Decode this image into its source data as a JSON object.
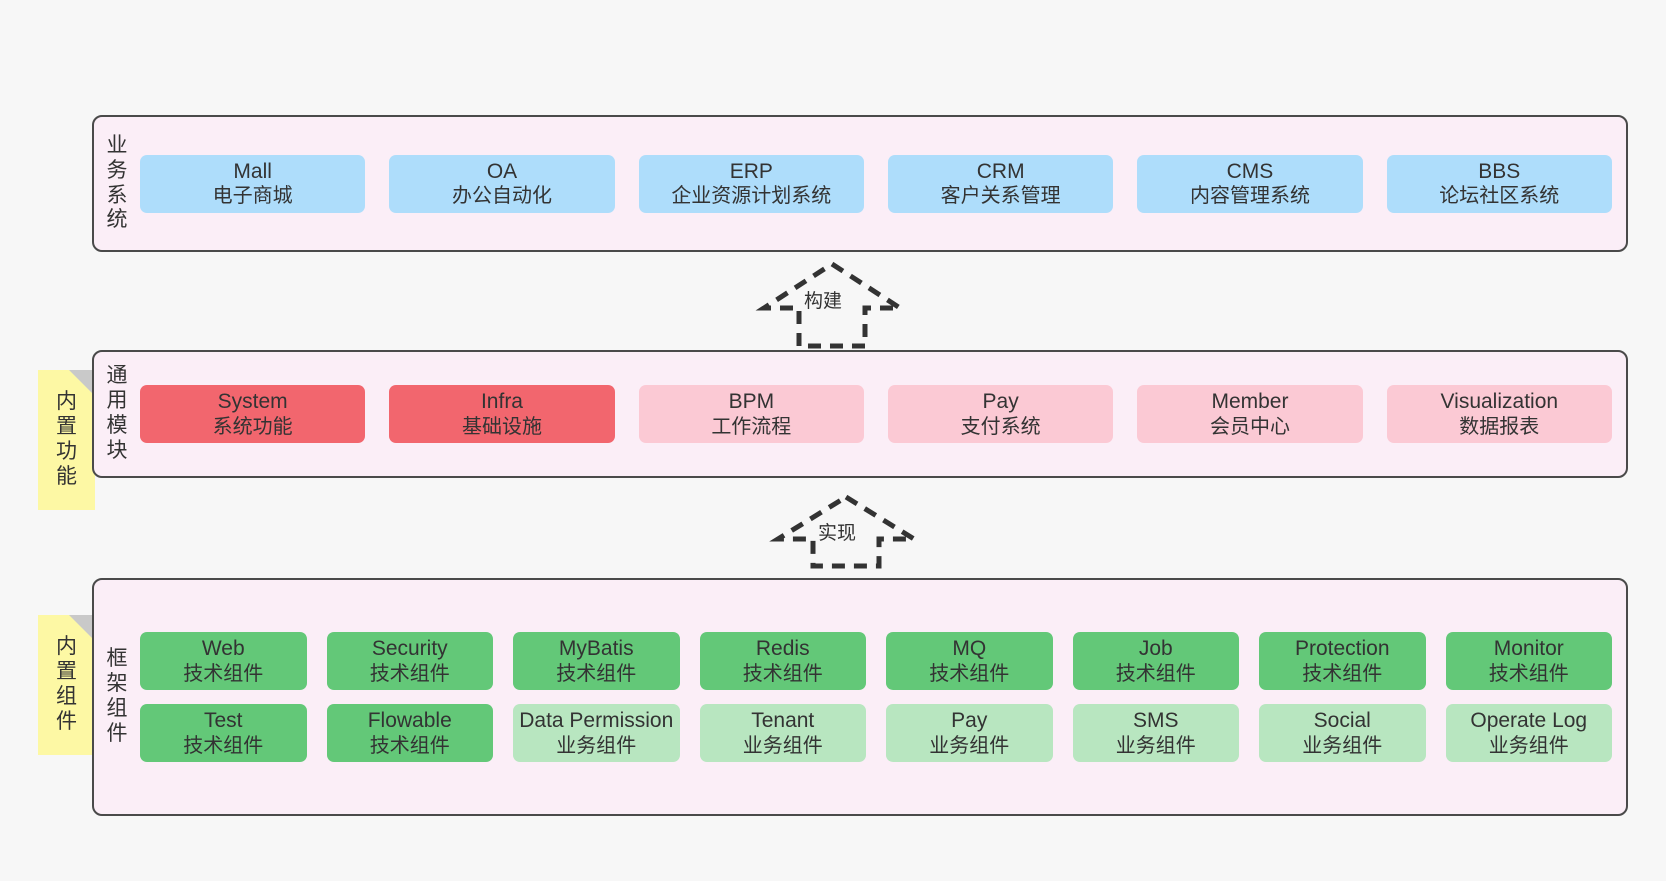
{
  "diagram": {
    "background_color": "#f7f7f7",
    "panel_color": "#fbeef7",
    "panel_border_color": "#4a4a4a",
    "note_color": "#fdf8a4"
  },
  "layers": [
    {
      "id": "business",
      "title_chars": [
        "业",
        "务",
        "系",
        "统"
      ],
      "rows": [
        {
          "cards": [
            {
              "title": "Mall",
              "subtitle": "电子商城",
              "color": "#aeddfb",
              "style": "c-blue"
            },
            {
              "title": "OA",
              "subtitle": "办公自动化",
              "color": "#aeddfb",
              "style": "c-blue"
            },
            {
              "title": "ERP",
              "subtitle": "企业资源计划系统",
              "color": "#aeddfb",
              "style": "c-blue"
            },
            {
              "title": "CRM",
              "subtitle": "客户关系管理",
              "color": "#aeddfb",
              "style": "c-blue"
            },
            {
              "title": "CMS",
              "subtitle": "内容管理系统",
              "color": "#aeddfb",
              "style": "c-blue"
            },
            {
              "title": "BBS",
              "subtitle": "论坛社区系统",
              "color": "#aeddfb",
              "style": "c-blue"
            }
          ]
        }
      ]
    },
    {
      "id": "common",
      "title_chars": [
        "通",
        "用",
        "模",
        "块"
      ],
      "rows": [
        {
          "cards": [
            {
              "title": "System",
              "subtitle": "系统功能",
              "color": "#f2666e",
              "style": "c-red"
            },
            {
              "title": "Infra",
              "subtitle": "基础设施",
              "color": "#f2666e",
              "style": "c-red"
            },
            {
              "title": "BPM",
              "subtitle": "工作流程",
              "color": "#fbc9d4",
              "style": "c-pink"
            },
            {
              "title": "Pay",
              "subtitle": "支付系统",
              "color": "#fbc9d4",
              "style": "c-pink"
            },
            {
              "title": "Member",
              "subtitle": "会员中心",
              "color": "#fbc9d4",
              "style": "c-pink"
            },
            {
              "title": "Visualization",
              "subtitle": "数据报表",
              "color": "#fbc9d4",
              "style": "c-pink"
            }
          ]
        }
      ]
    },
    {
      "id": "framework",
      "title_chars": [
        "框",
        "架",
        "组",
        "件"
      ],
      "rows": [
        {
          "cards": [
            {
              "title": "Web",
              "subtitle": "技术组件",
              "color": "#63c878",
              "style": "c-green"
            },
            {
              "title": "Security",
              "subtitle": "技术组件",
              "color": "#63c878",
              "style": "c-green"
            },
            {
              "title": "MyBatis",
              "subtitle": "技术组件",
              "color": "#63c878",
              "style": "c-green"
            },
            {
              "title": "Redis",
              "subtitle": "技术组件",
              "color": "#63c878",
              "style": "c-green"
            },
            {
              "title": "MQ",
              "subtitle": "技术组件",
              "color": "#63c878",
              "style": "c-green"
            },
            {
              "title": "Job",
              "subtitle": "技术组件",
              "color": "#63c878",
              "style": "c-green"
            },
            {
              "title": "Protection",
              "subtitle": "技术组件",
              "color": "#63c878",
              "style": "c-green"
            },
            {
              "title": "Monitor",
              "subtitle": "技术组件",
              "color": "#63c878",
              "style": "c-green"
            }
          ]
        },
        {
          "cards": [
            {
              "title": "Test",
              "subtitle": "技术组件",
              "color": "#63c878",
              "style": "c-green"
            },
            {
              "title": "Flowable",
              "subtitle": "技术组件",
              "color": "#63c878",
              "style": "c-green"
            },
            {
              "title": "Data Permission",
              "subtitle": "业务组件",
              "color": "#b8e6c0",
              "style": "c-lightgreen"
            },
            {
              "title": "Tenant",
              "subtitle": "业务组件",
              "color": "#b8e6c0",
              "style": "c-lightgreen"
            },
            {
              "title": "Pay",
              "subtitle": "业务组件",
              "color": "#b8e6c0",
              "style": "c-lightgreen"
            },
            {
              "title": "SMS",
              "subtitle": "业务组件",
              "color": "#b8e6c0",
              "style": "c-lightgreen"
            },
            {
              "title": "Social",
              "subtitle": "业务组件",
              "color": "#b8e6c0",
              "style": "c-lightgreen"
            },
            {
              "title": "Operate Log",
              "subtitle": "业务组件",
              "color": "#b8e6c0",
              "style": "c-lightgreen"
            }
          ]
        }
      ]
    }
  ],
  "notes": [
    {
      "id": "note-builtin-features",
      "chars": [
        "内",
        "置",
        "功",
        "能"
      ]
    },
    {
      "id": "note-builtin-components",
      "chars": [
        "内",
        "置",
        "组",
        "件"
      ]
    }
  ],
  "arrows": [
    {
      "id": "arrow-build",
      "label": "构建"
    },
    {
      "id": "arrow-implement",
      "label": "实现"
    }
  ]
}
